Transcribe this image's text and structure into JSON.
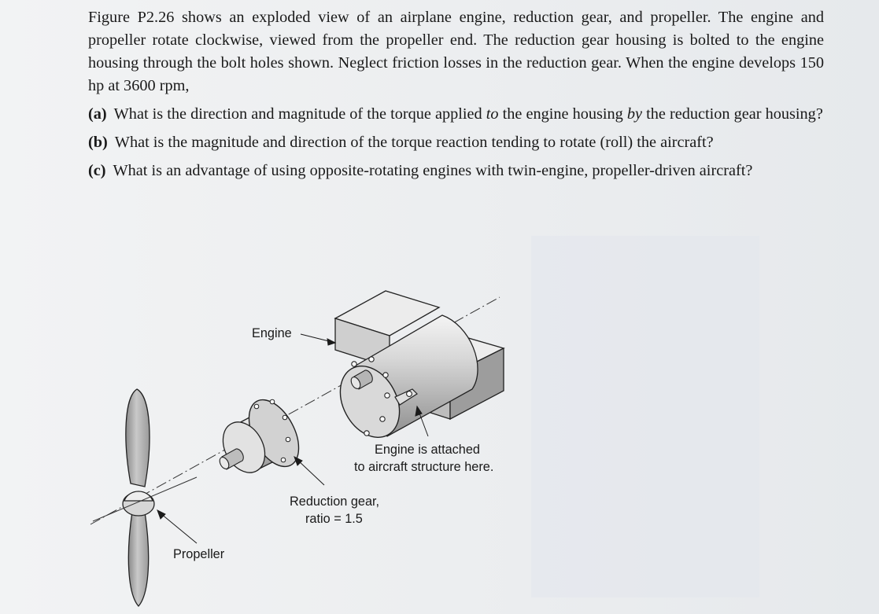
{
  "problem": {
    "intro": "Figure P2.26 shows an exploded view of an airplane engine, reduction gear, and propeller. The engine and propeller rotate clockwise, viewed from the propeller end. The reduction gear housing is bolted to the engine housing through the bolt holes shown. Neglect friction losses in the reduction gear. When the engine develops 150 hp at 3600 rpm,",
    "questions": [
      {
        "label": "(a)",
        "parts": [
          {
            "text": "What is the direction and magnitude of the torque applied "
          },
          {
            "text": "to",
            "italic": true
          },
          {
            "text": " the engine housing "
          },
          {
            "text": "by",
            "italic": true
          },
          {
            "text": " the reduction gear housing?"
          }
        ]
      },
      {
        "label": "(b)",
        "parts": [
          {
            "text": "What is the magnitude and direction of the torque reaction tending to rotate (roll) the aircraft?"
          }
        ]
      },
      {
        "label": "(c)",
        "parts": [
          {
            "text": "What is an advantage of using opposite-rotating engines with twin-engine, propeller-driven aircraft?"
          }
        ]
      }
    ]
  },
  "figure": {
    "labels": {
      "engine": "Engine",
      "attach_line1": "Engine is attached",
      "attach_line2": "to aircraft structure here.",
      "gear_line1": "Reduction gear,",
      "gear_line2": "ratio = 1.5",
      "propeller": "Propeller"
    }
  },
  "colors": {
    "ink": "#1a1a1a",
    "part_light": "#e4e4e4",
    "part_mid": "#c2c2c2",
    "part_dark": "#8e8e8e"
  }
}
